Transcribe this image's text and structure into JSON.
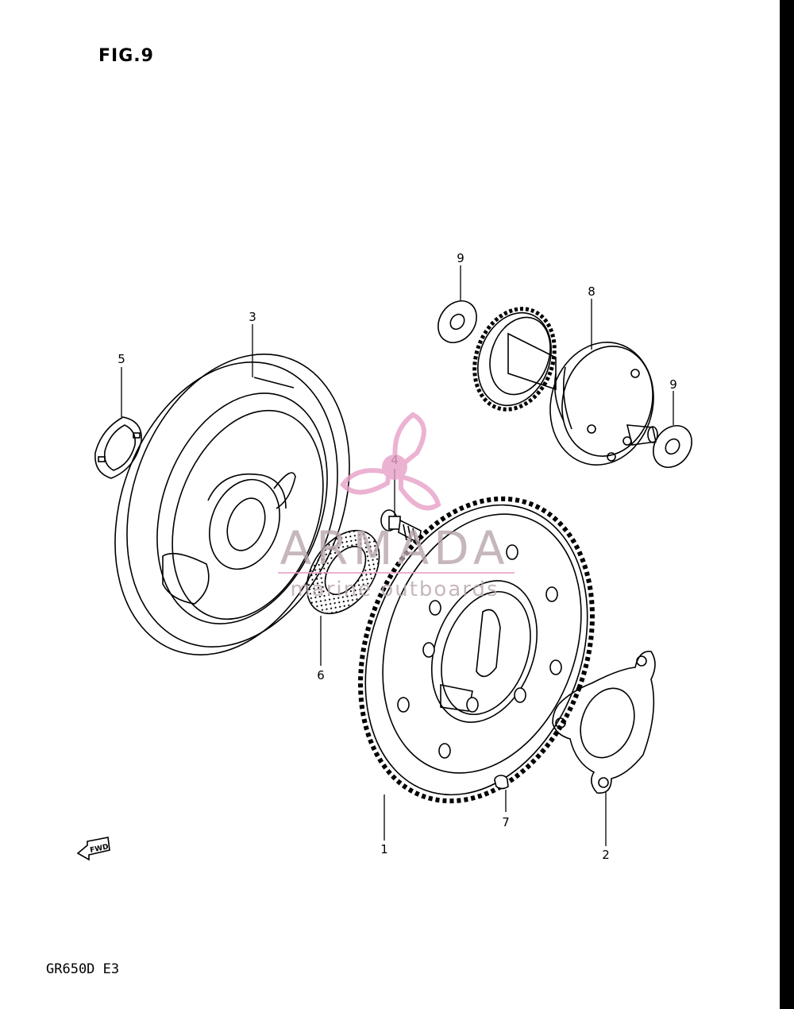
{
  "figure": {
    "title": "FIG.9",
    "model": "GR650D E3",
    "fwd_label": "FWD"
  },
  "parts": [
    {
      "id": "1",
      "label": "1"
    },
    {
      "id": "2",
      "label": "2"
    },
    {
      "id": "3",
      "label": "3"
    },
    {
      "id": "4",
      "label": "4"
    },
    {
      "id": "5",
      "label": "5"
    },
    {
      "id": "6",
      "label": "6"
    },
    {
      "id": "7",
      "label": "7"
    },
    {
      "id": "8",
      "label": "8"
    },
    {
      "id": "9a",
      "label": "9"
    },
    {
      "id": "9b",
      "label": "9"
    }
  ],
  "watermark": {
    "brand": "ARMADA",
    "tagline": "marine outboards",
    "color": "#e8a0c8"
  }
}
